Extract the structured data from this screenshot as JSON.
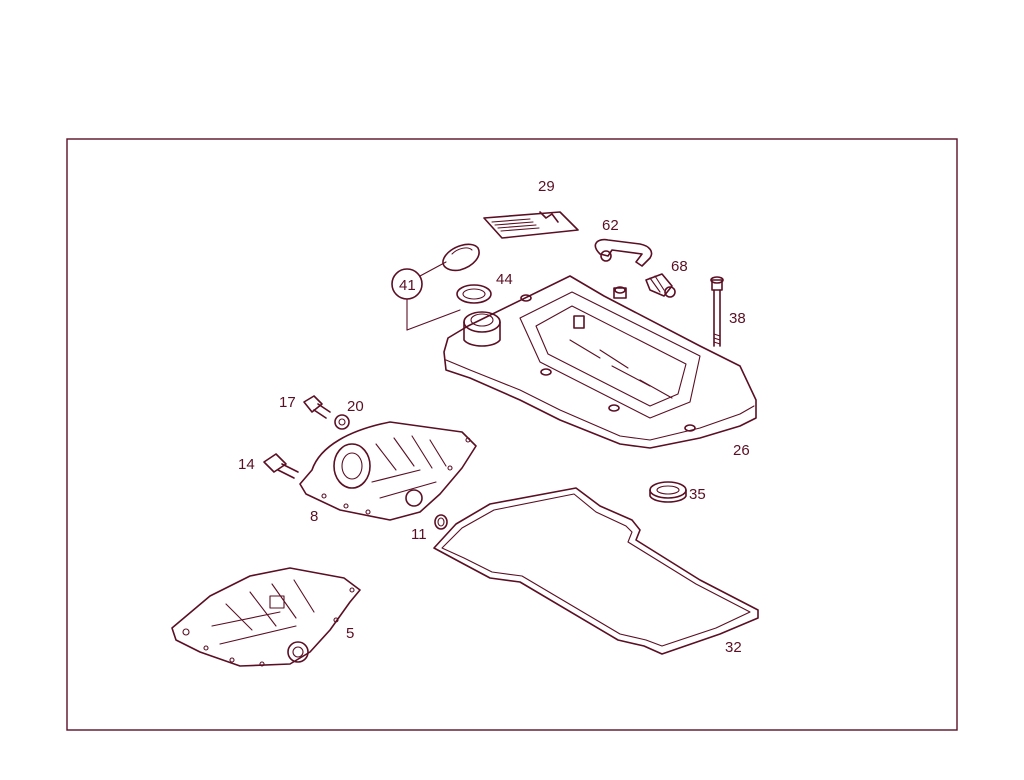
{
  "diagram": {
    "line_color": "#5a0f24",
    "background": "#ffffff",
    "labels": {
      "p29": "29",
      "p62": "62",
      "p68": "68",
      "p41": "41",
      "p44": "44",
      "p38": "38",
      "p26": "26",
      "p17": "17",
      "p20": "20",
      "p14": "14",
      "p8": "8",
      "p11": "11",
      "p35": "35",
      "p5": "5",
      "p32": "32"
    }
  }
}
